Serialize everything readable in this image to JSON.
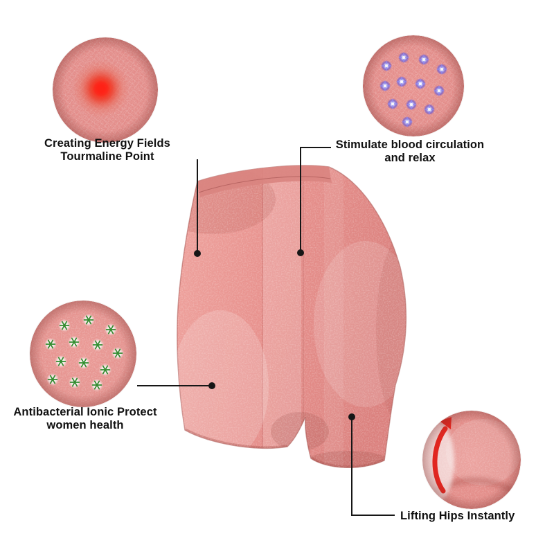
{
  "page": {
    "background_color": "#ffffff",
    "type": "product-feature-infographic"
  },
  "product": {
    "image": "pink-heather-knit-shaping-shorts-side-view",
    "fabric_color": "#e8918e"
  },
  "callouts": [
    {
      "id": "tourmaline",
      "icon": "tourmaline-point-icon",
      "accent_color": "#ff2a14",
      "lines": [
        "Creating Energy Fields",
        "Tourmaline Point"
      ]
    },
    {
      "id": "circulation",
      "icon": "blood-circulation-dots-icon",
      "accent_color": "#4d4de8",
      "lines": [
        "Stimulate blood circulation",
        "and relax"
      ]
    },
    {
      "id": "antibacterial",
      "icon": "antibacterial-ion-icon",
      "accent_color": "#2f8f2f",
      "lines": [
        "Antibacterial Ionic Protect",
        "women health"
      ]
    },
    {
      "id": "lifting",
      "icon": "lifting-arrow-icon",
      "accent_color": "#e6261f",
      "lines": [
        "Lifting Hips Instantly"
      ]
    }
  ]
}
